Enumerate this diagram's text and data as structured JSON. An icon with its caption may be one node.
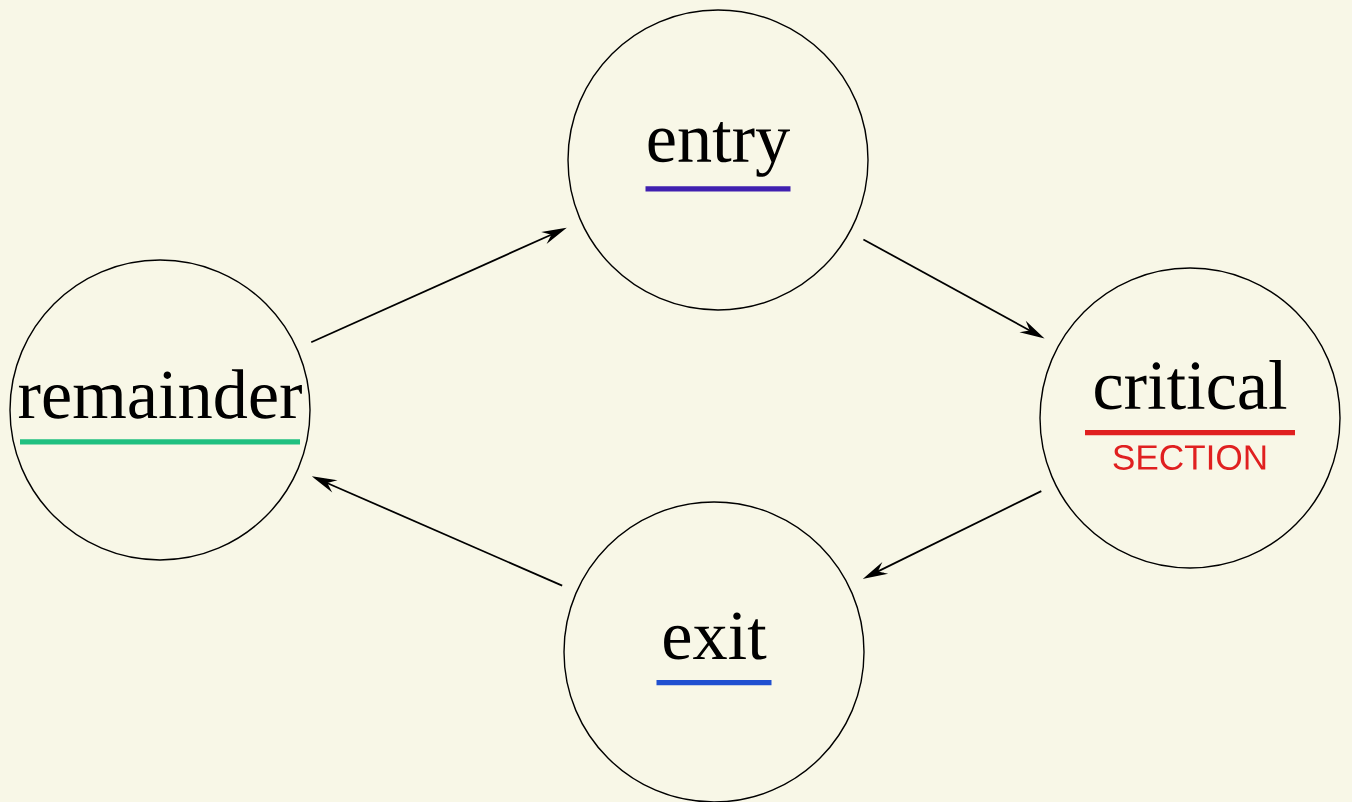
{
  "diagram": {
    "nodes": [
      {
        "text": [
          "entry"
        ]
      },
      {
        "text": [
          "critical",
          "SECTION"
        ]
      },
      {
        "text": [
          "exit"
        ]
      },
      {
        "text": [
          "remainder"
        ]
      }
    ],
    "edges": [
      {
        "from": 3,
        "to": 0,
        "arrow": "to"
      },
      {
        "from": 0,
        "to": 1,
        "arrow": "to"
      },
      {
        "from": 1,
        "to": 2,
        "arrow": "to"
      },
      {
        "from": 2,
        "to": 3,
        "arrow": "to"
      }
    ]
  }
}
